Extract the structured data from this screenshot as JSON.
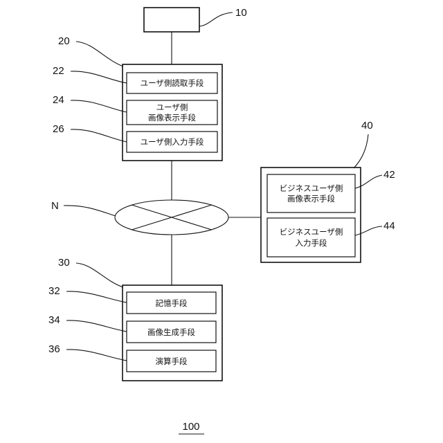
{
  "refs": {
    "ref_10": "10",
    "ref_20": "20",
    "ref_22": "22",
    "ref_24": "24",
    "ref_26": "26",
    "ref_40": "40",
    "ref_42": "42",
    "ref_44": "44",
    "ref_N": "N",
    "ref_30": "30",
    "ref_32": "32",
    "ref_34": "34",
    "ref_36": "36",
    "ref_100": "100"
  },
  "user_terminal": {
    "reader": "ユーザ側読取手段",
    "display_line1": "ユーザ側",
    "display_line2": "画像表示手段",
    "input": "ユーザ側入力手段"
  },
  "business_terminal": {
    "display_line1": "ビジネスユーザ側",
    "display_line2": "画像表示手段",
    "input_line1": "ビジネスユーザ側",
    "input_line2": "入力手段"
  },
  "server": {
    "storage": "記憶手段",
    "image_gen": "画像生成手段",
    "compute": "演算手段"
  }
}
